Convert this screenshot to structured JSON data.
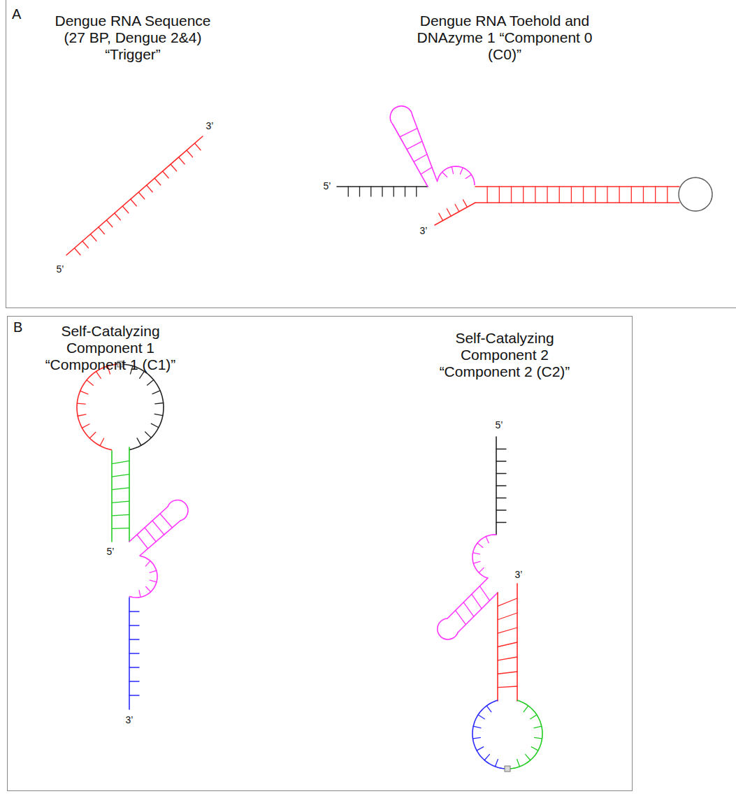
{
  "diagram": {
    "nodes": [
      {
        "text": [
          "A"
        ]
      },
      {
        "text": [
          "B"
        ]
      }
    ],
    "labels": [
      "Dengue RNA Sequence (27 BP, Dengue 2&4) “Trigger”",
      "Dengue RNA Toehold and DNAzyme 1 “Component 0 (C0)”",
      "Self-Catalyzing Component 1 “Component 1 (C1)”",
      "Self-Catalyzing Component 2 “Component 2 (C2)”",
      "3’",
      "5’",
      "5’",
      "3’",
      "5’",
      "3’",
      "5’",
      "3’"
    ]
  }
}
